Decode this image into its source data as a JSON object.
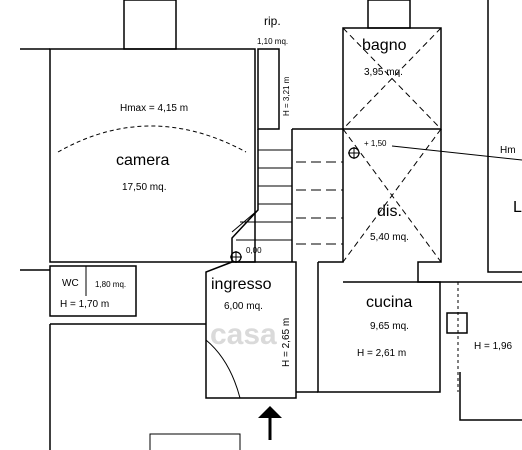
{
  "rooms": {
    "camera": {
      "name": "camera",
      "area": "17,50 mq.",
      "height": "Hmax = 4,15 m"
    },
    "bagno": {
      "name": "bagno",
      "area": "3,95 mq."
    },
    "rip": {
      "name": "rip.",
      "area": "1,10 mq.",
      "height": "H = 3,21 m"
    },
    "dis": {
      "name": "dis.",
      "area": "5,40 mq."
    },
    "wc": {
      "name": "WC",
      "area": "1,80 mq.",
      "height": "H = 1,70 m"
    },
    "ingresso": {
      "name": "ingresso",
      "area": "6,00 mq.",
      "height": "H = 2,65 m"
    },
    "cucina": {
      "name": "cucina",
      "area": "9,65 mq.",
      "height": "H = 2,61 m"
    }
  },
  "levels": {
    "dis": "+ 1,50",
    "ingresso": "0,00"
  },
  "edge_labels": {
    "right_top": "Hm",
    "right_mid": "H = 1,96",
    "right_letter": "L"
  },
  "watermark": "casa"
}
